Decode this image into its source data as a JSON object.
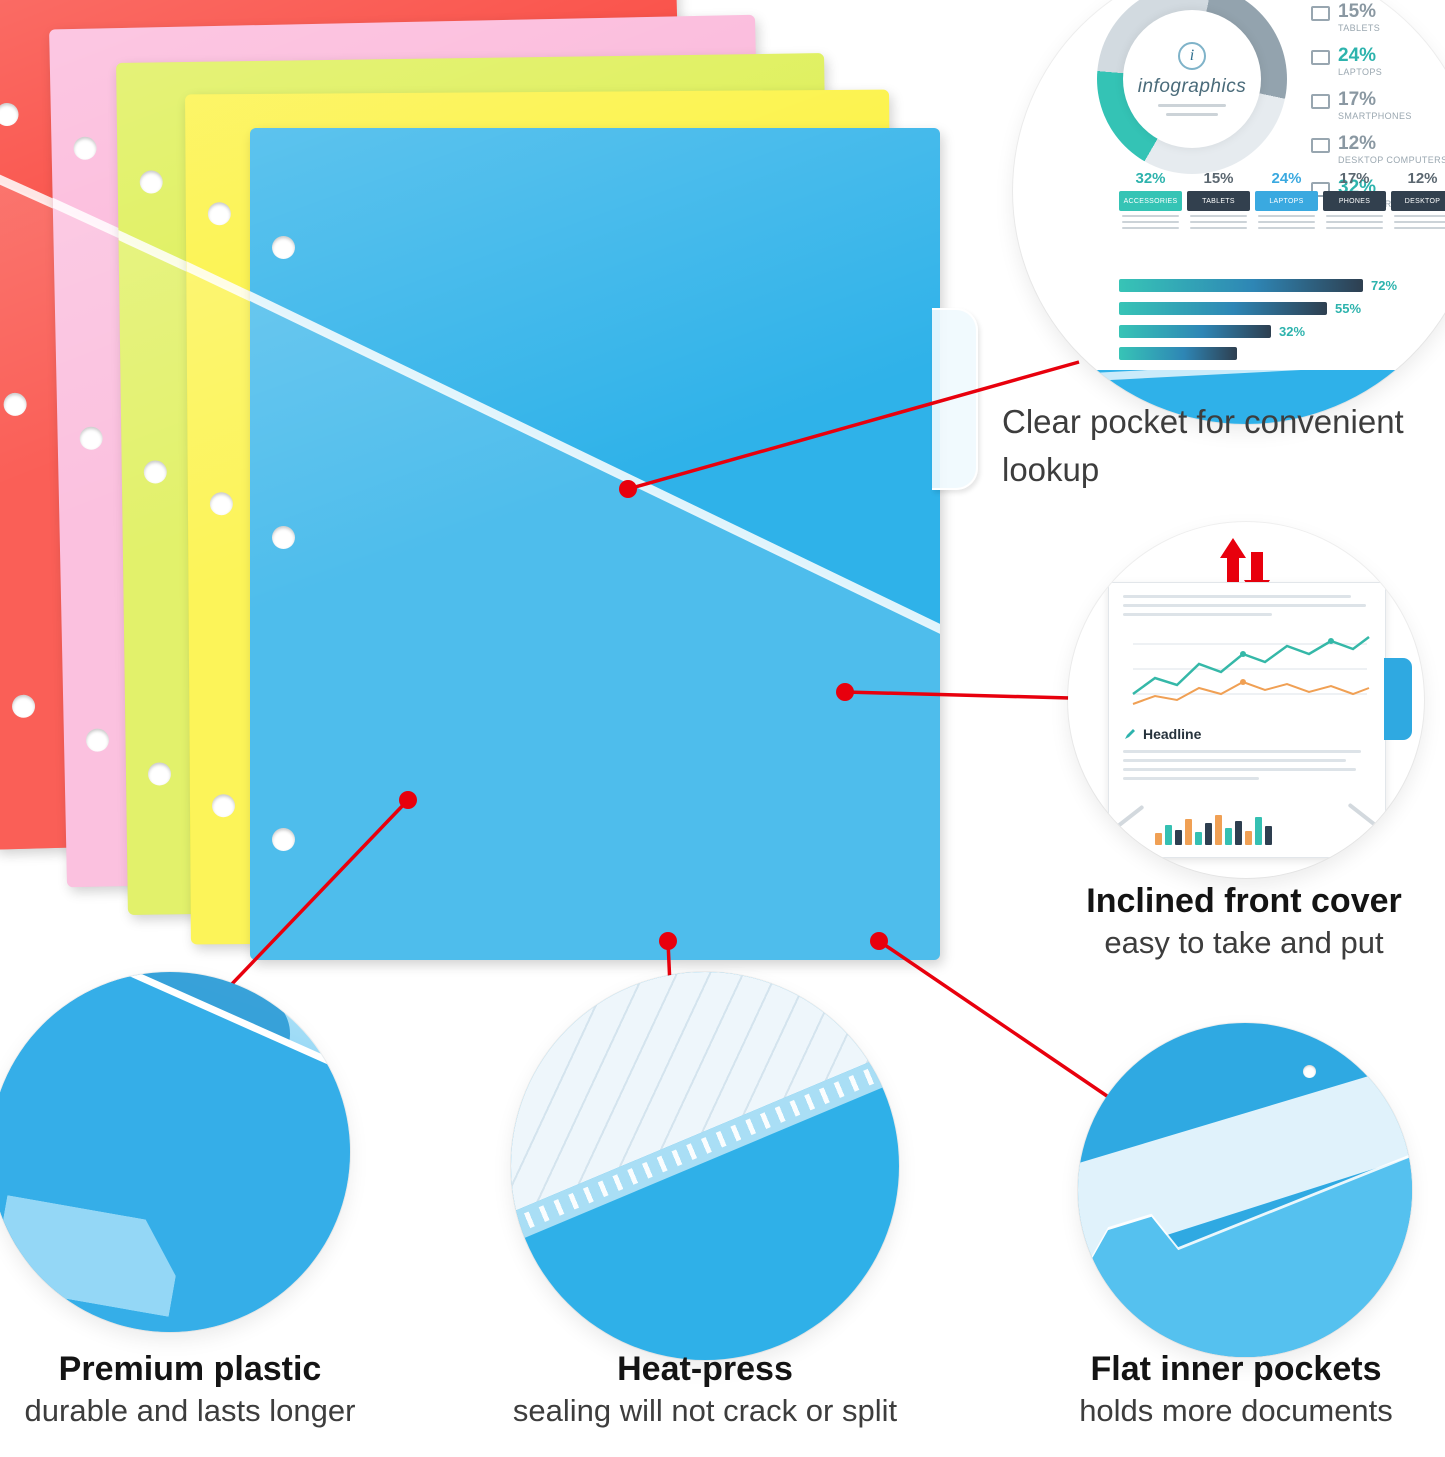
{
  "colors": {
    "accent_red": "#e8000d",
    "folder_red": "#f9433a",
    "folder_pink": "#fbb7da",
    "folder_lime": "#ddef52",
    "folder_yellow": "#fcf23d",
    "folder_blue": "#2fb2e9"
  },
  "callouts": {
    "clear_pocket": {
      "line1": "Clear pocket for convenient",
      "line2": "lookup"
    },
    "inclined_front_cover": {
      "title": "Inclined front cover",
      "subtitle": "easy to take and put"
    },
    "premium_plastic": {
      "title": "Premium plastic",
      "subtitle": "durable and lasts longer"
    },
    "heat_press": {
      "title": "Heat-press",
      "subtitle": "sealing will not crack or split"
    },
    "flat_inner_pockets": {
      "title": "Flat inner pockets",
      "subtitle": "holds more documents"
    }
  },
  "infographic": {
    "brand": "infographics",
    "badge": "i",
    "side_stats": [
      {
        "pct": "15%",
        "label": "TABLETS"
      },
      {
        "pct": "24%",
        "label": "LAPTOPS"
      },
      {
        "pct": "17%",
        "label": "SMARTPHONES"
      },
      {
        "pct": "12%",
        "label": "DESKTOP COMPUTERS"
      },
      {
        "pct": "32%",
        "label": "ACCESSORIES"
      }
    ],
    "columns": [
      {
        "pct": "32%",
        "label": "ACCESSORIES",
        "chip_color": "#35c4b5",
        "pct_color": "#2db3ad"
      },
      {
        "pct": "15%",
        "label": "TABLETS",
        "chip_color": "#32404e",
        "pct_color": "#5b6770"
      },
      {
        "pct": "24%",
        "label": "LAPTOPS",
        "chip_color": "#3aa9e0",
        "pct_color": "#3aa9e0"
      },
      {
        "pct": "17%",
        "label": "PHONES",
        "chip_color": "#32404e",
        "pct_color": "#5b6770"
      },
      {
        "pct": "12%",
        "label": "DESKTOP",
        "chip_color": "#32404e",
        "pct_color": "#5b6770"
      }
    ],
    "bars": [
      {
        "pct": "72%"
      },
      {
        "pct": "55%"
      },
      {
        "pct": "32%"
      },
      {
        "pct": ""
      }
    ]
  },
  "document_inset": {
    "headline": "Headline"
  }
}
